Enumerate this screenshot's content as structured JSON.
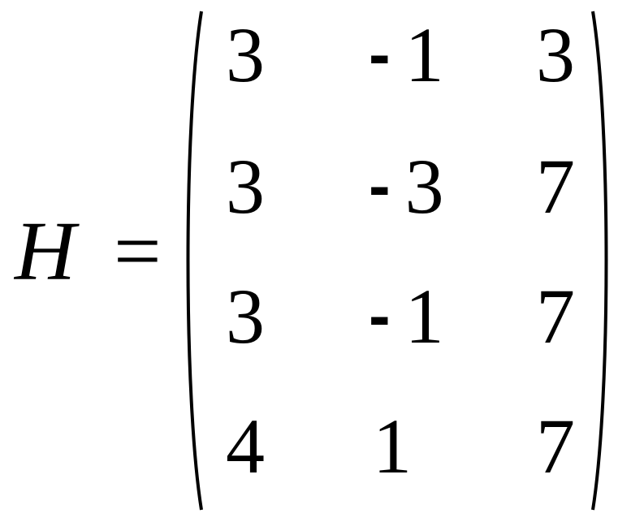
{
  "equation": {
    "variable": "H",
    "operator": "=",
    "matrix": {
      "rows": [
        [
          {
            "sign": "",
            "value": "3"
          },
          {
            "sign": "-",
            "value": "1"
          },
          {
            "sign": "",
            "value": "3"
          }
        ],
        [
          {
            "sign": "",
            "value": "3"
          },
          {
            "sign": "-",
            "value": "3"
          },
          {
            "sign": "",
            "value": "7"
          }
        ],
        [
          {
            "sign": "",
            "value": "3"
          },
          {
            "sign": "-",
            "value": "1"
          },
          {
            "sign": "",
            "value": "7"
          }
        ],
        [
          {
            "sign": "",
            "value": "4"
          },
          {
            "sign": "",
            "value": "1"
          },
          {
            "sign": "",
            "value": "7"
          }
        ]
      ]
    }
  }
}
